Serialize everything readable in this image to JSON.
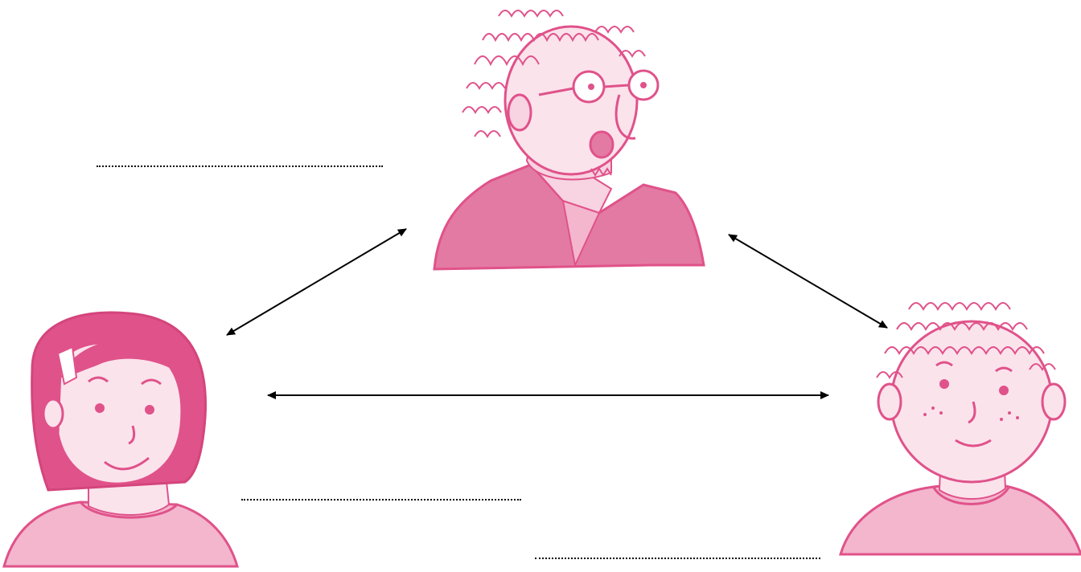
{
  "worksheet": {
    "characters": [
      {
        "role": "old-man",
        "icon": "old-man-with-glasses-illustration"
      },
      {
        "role": "girl",
        "icon": "girl-with-hair-clip-illustration"
      },
      {
        "role": "boy",
        "icon": "curly-haired-boy-illustration"
      }
    ],
    "answer_lines": [
      {
        "id": "line-top-left",
        "value": ""
      },
      {
        "id": "line-middle",
        "value": ""
      },
      {
        "id": "line-bottom-right",
        "value": ""
      }
    ],
    "connections": [
      {
        "from": "girl",
        "to": "old-man",
        "style": "double-arrow"
      },
      {
        "from": "old-man",
        "to": "boy",
        "style": "double-arrow"
      },
      {
        "from": "girl",
        "to": "boy",
        "style": "double-arrow"
      }
    ],
    "colors": {
      "ink": "#e0528a",
      "fill": "#f3b6cd",
      "dark_fill": "#e37aa3",
      "arrow": "#000000"
    }
  }
}
